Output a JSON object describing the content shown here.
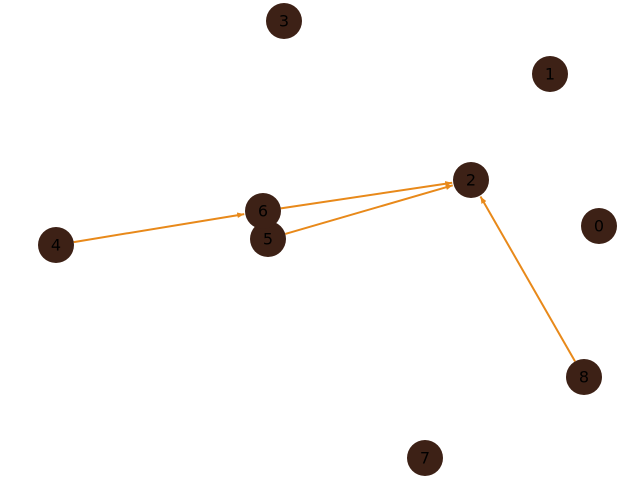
{
  "colors": {
    "background": "#ffffff",
    "node_fill": "#3d2116",
    "edge": "#e8891a",
    "label": "#000000"
  },
  "nodes": [
    {
      "id": "0",
      "label": "0"
    },
    {
      "id": "1",
      "label": "1"
    },
    {
      "id": "2",
      "label": "2"
    },
    {
      "id": "3",
      "label": "3"
    },
    {
      "id": "4",
      "label": "4"
    },
    {
      "id": "5",
      "label": "5"
    },
    {
      "id": "6",
      "label": "6"
    },
    {
      "id": "7",
      "label": "7"
    },
    {
      "id": "8",
      "label": "8"
    }
  ],
  "edges": [
    {
      "from": "4",
      "to": "6"
    },
    {
      "from": "6",
      "to": "2"
    },
    {
      "from": "5",
      "to": "2"
    },
    {
      "from": "8",
      "to": "2"
    }
  ]
}
